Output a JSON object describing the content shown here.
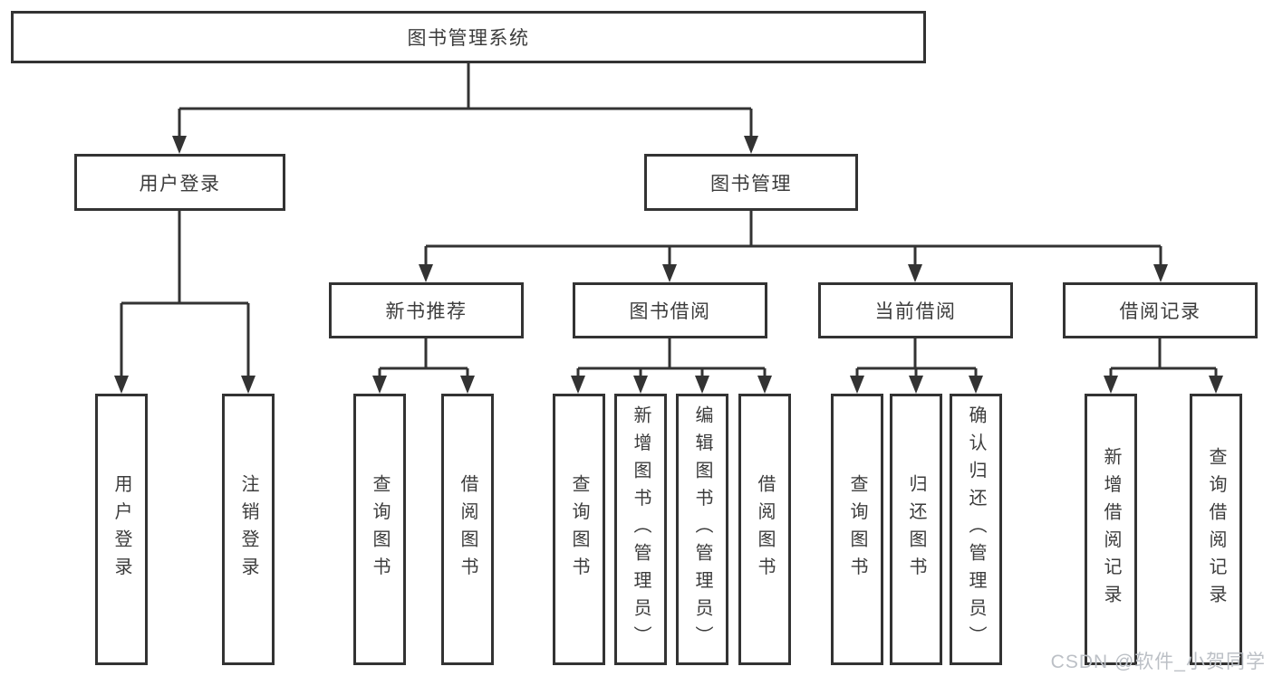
{
  "colors": {
    "background": "#ffffff",
    "line": "#333333",
    "box_border": "#333333",
    "text": "#3c3c3c",
    "watermark": "#bcc0c6"
  },
  "tree": {
    "root": {
      "label": "图书管理系统"
    },
    "branches": [
      {
        "label": "用户登录",
        "leaves": [
          {
            "label": "用户登录"
          },
          {
            "label": "注销登录"
          }
        ]
      },
      {
        "label": "图书管理",
        "groups": [
          {
            "label": "新书推荐",
            "leaves": [
              {
                "label": "查询图书"
              },
              {
                "label": "借阅图书"
              }
            ]
          },
          {
            "label": "图书借阅",
            "leaves": [
              {
                "label": "查询图书"
              },
              {
                "label": "新增图书（管理员）"
              },
              {
                "label": "编辑图书（管理员）"
              },
              {
                "label": "借阅图书"
              }
            ]
          },
          {
            "label": "当前借阅",
            "leaves": [
              {
                "label": "查询图书"
              },
              {
                "label": "归还图书"
              },
              {
                "label": "确认归还（管理员）"
              }
            ]
          },
          {
            "label": "借阅记录",
            "leaves": [
              {
                "label": "新增借阅记录"
              },
              {
                "label": "查询借阅记录"
              }
            ]
          }
        ]
      }
    ]
  },
  "watermark": {
    "text": "CSDN @软件_小贺同学"
  }
}
